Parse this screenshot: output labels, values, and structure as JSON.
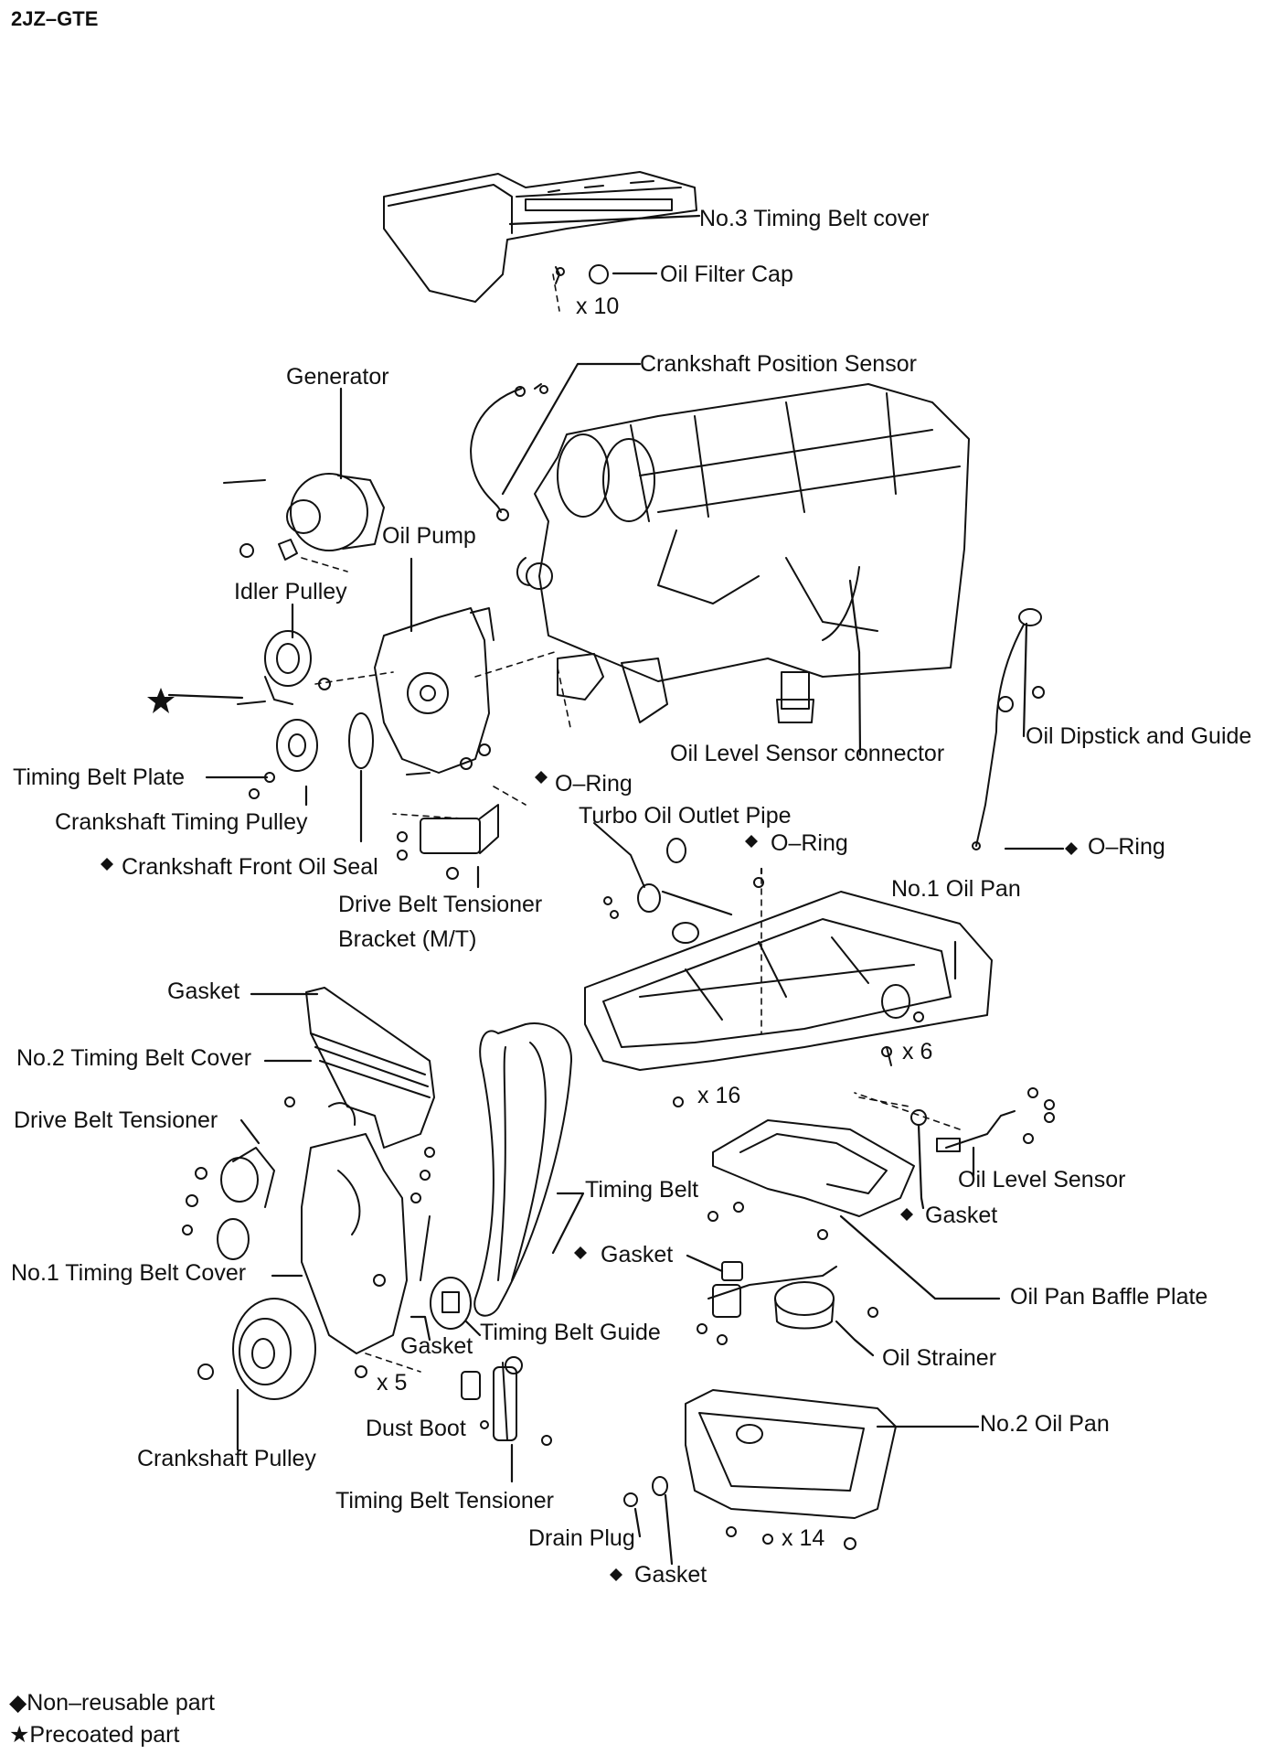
{
  "title": "2JZ–GTE",
  "labels": {
    "no3_timing_belt_cover": "No.3 Timing Belt cover",
    "oil_filter_cap": "Oil Filter Cap",
    "x10": "x 10",
    "crankshaft_position_sensor": "Crankshaft Position Sensor",
    "generator": "Generator",
    "oil_pump": "Oil Pump",
    "idler_pulley": "Idler Pulley",
    "oil_dipstick_and_guide": "Oil Dipstick and Guide",
    "oil_level_sensor_connector": "Oil Level Sensor connector",
    "timing_belt_plate": "Timing Belt Plate",
    "o_ring_1": "O–Ring",
    "crankshaft_timing_pulley": "Crankshaft Timing Pulley",
    "turbo_oil_outlet_pipe": "Turbo Oil Outlet Pipe",
    "o_ring_2": "O–Ring",
    "o_ring_3": "O–Ring",
    "crankshaft_front_oil_seal": "Crankshaft Front Oil Seal",
    "drive_belt_tensioner_bracket_1": "Drive Belt Tensioner",
    "drive_belt_tensioner_bracket_2": "Bracket (M/T)",
    "no1_oil_pan": "No.1 Oil Pan",
    "gasket_top": "Gasket",
    "no2_timing_belt_cover": "No.2 Timing Belt Cover",
    "x6": "x 6",
    "x16": "x 16",
    "drive_belt_tensioner": "Drive Belt Tensioner",
    "oil_level_sensor": "Oil Level Sensor",
    "timing_belt": "Timing Belt",
    "gasket_sensor": "Gasket",
    "gasket_strainer": "Gasket",
    "no1_timing_belt_cover": "No.1 Timing Belt Cover",
    "oil_pan_baffle_plate": "Oil Pan Baffle Plate",
    "gasket_cover": "Gasket",
    "timing_belt_guide": "Timing Belt Guide",
    "oil_strainer": "Oil Strainer",
    "x5": "x 5",
    "dust_boot": "Dust Boot",
    "no2_oil_pan": "No.2 Oil Pan",
    "crankshaft_pulley": "Crankshaft Pulley",
    "timing_belt_tensioner": "Timing Belt Tensioner",
    "drain_plug": "Drain Plug",
    "x14": "x 14",
    "gasket_drain": "Gasket"
  },
  "legend": {
    "non_reusable": "◆Non–reusable part",
    "precoated": "★Precoated part"
  }
}
